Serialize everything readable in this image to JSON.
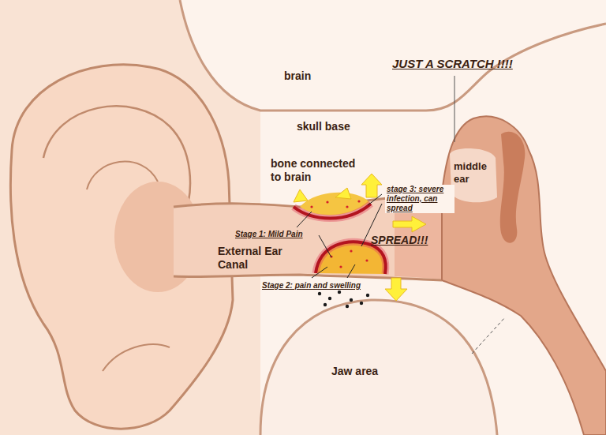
{
  "diagram": {
    "title": "JUST A SCRATCH !!!!",
    "labels": [
      "brain",
      "skull base",
      "bone connected to brain",
      "middle ear",
      "stage 3: severe infection, can spread",
      "Stage 1: Mild Pain",
      "SPREAD!!!",
      "External Ear Canal",
      "Stage 2: pain and swelling",
      "Jaw area"
    ]
  }
}
